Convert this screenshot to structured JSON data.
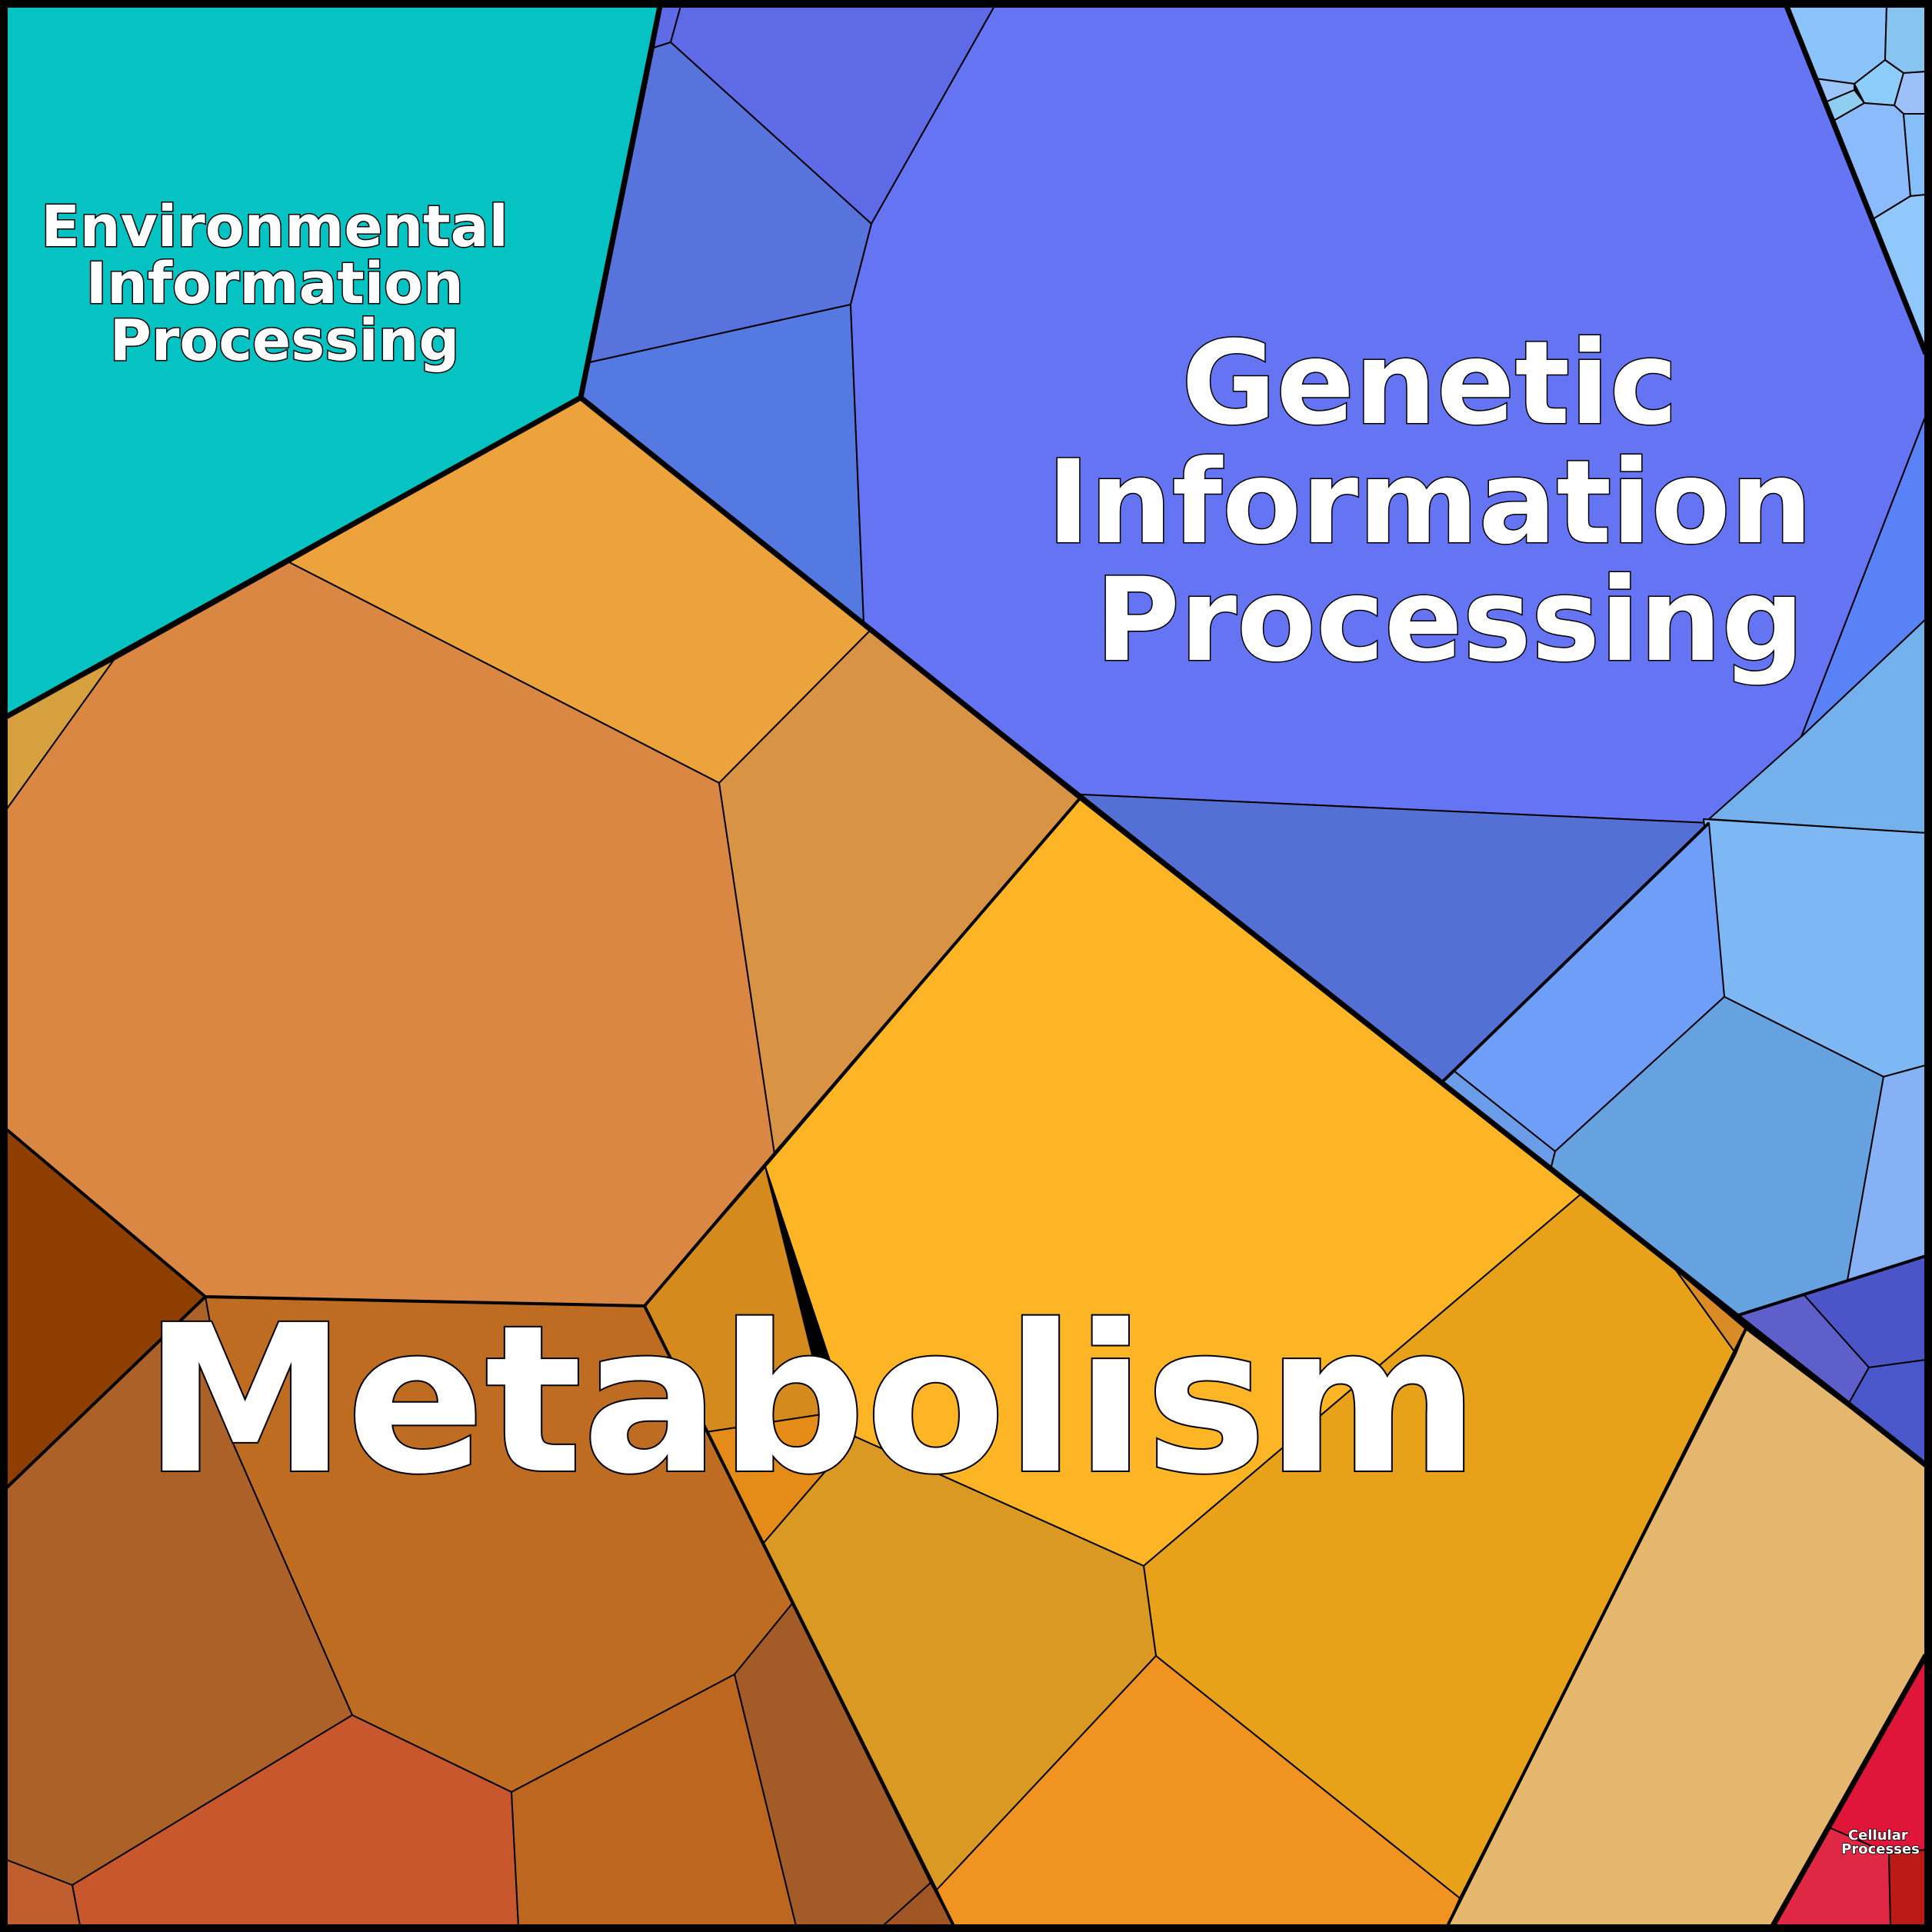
{
  "title": "Voronoi treemap of functional categories",
  "groups": {
    "environmental": {
      "label_lines": [
        "Environmental",
        "Information",
        "Processing"
      ],
      "color": "#05C3C3"
    },
    "genetic": {
      "label_lines": [
        "Genetic",
        "Information",
        "Processing"
      ],
      "color": "#6474F2"
    },
    "metabolism": {
      "label": "Metabolism",
      "color": "#FDB525"
    },
    "cellular": {
      "label_lines": [
        "Cellular",
        "Processes"
      ],
      "color": "#DF163A"
    }
  }
}
